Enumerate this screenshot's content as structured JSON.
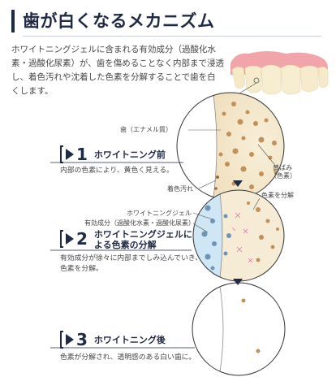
{
  "header": {
    "title": "歯が白くなるメカニズム"
  },
  "intro": {
    "text": "ホワイトニングジェルに含まれる有効成分（過酸化水素・過酸化尿素）が、歯を傷めることなく内部まで浸透し、着色汚れや沈着した色素を分解することで歯を白くします。"
  },
  "steps": [
    {
      "number": "1",
      "label": "ホワイトニング前",
      "description": "内部の色素により、黄色く見える。"
    },
    {
      "number": "2",
      "label_line1": "ホワイトニングジェルに",
      "label_line2": "よる色素の分解",
      "description_line1": "有効成分が徐々に内部までしみ込んでいき、",
      "description_line2": "色素を分解。"
    },
    {
      "number": "3",
      "label": "ホワイトニング後",
      "description": "色素が分解され、透明感のある白い歯に。"
    }
  ],
  "callouts": {
    "enamel": "歯（エナメル質）",
    "yellowing_line1": "黄ばみ",
    "yellowing_line2": "（色素）",
    "stain": "着色汚れ",
    "decompose": "色素を分解",
    "gel": "ホワイトニングジェル",
    "active_ingredient": "有効成分（過酸化水素・過酸化尿素）"
  },
  "colors": {
    "navy": "#1f2a44",
    "dentin": "#f6ecd6",
    "pigment": "#c2915a",
    "gel": "#cfe6f4",
    "gel_dot": "#6f93b5",
    "gum": "#f0a3a8"
  },
  "icons": [
    "tooth-illustration",
    "step-arrow-icon",
    "down-arrow-icon"
  ]
}
